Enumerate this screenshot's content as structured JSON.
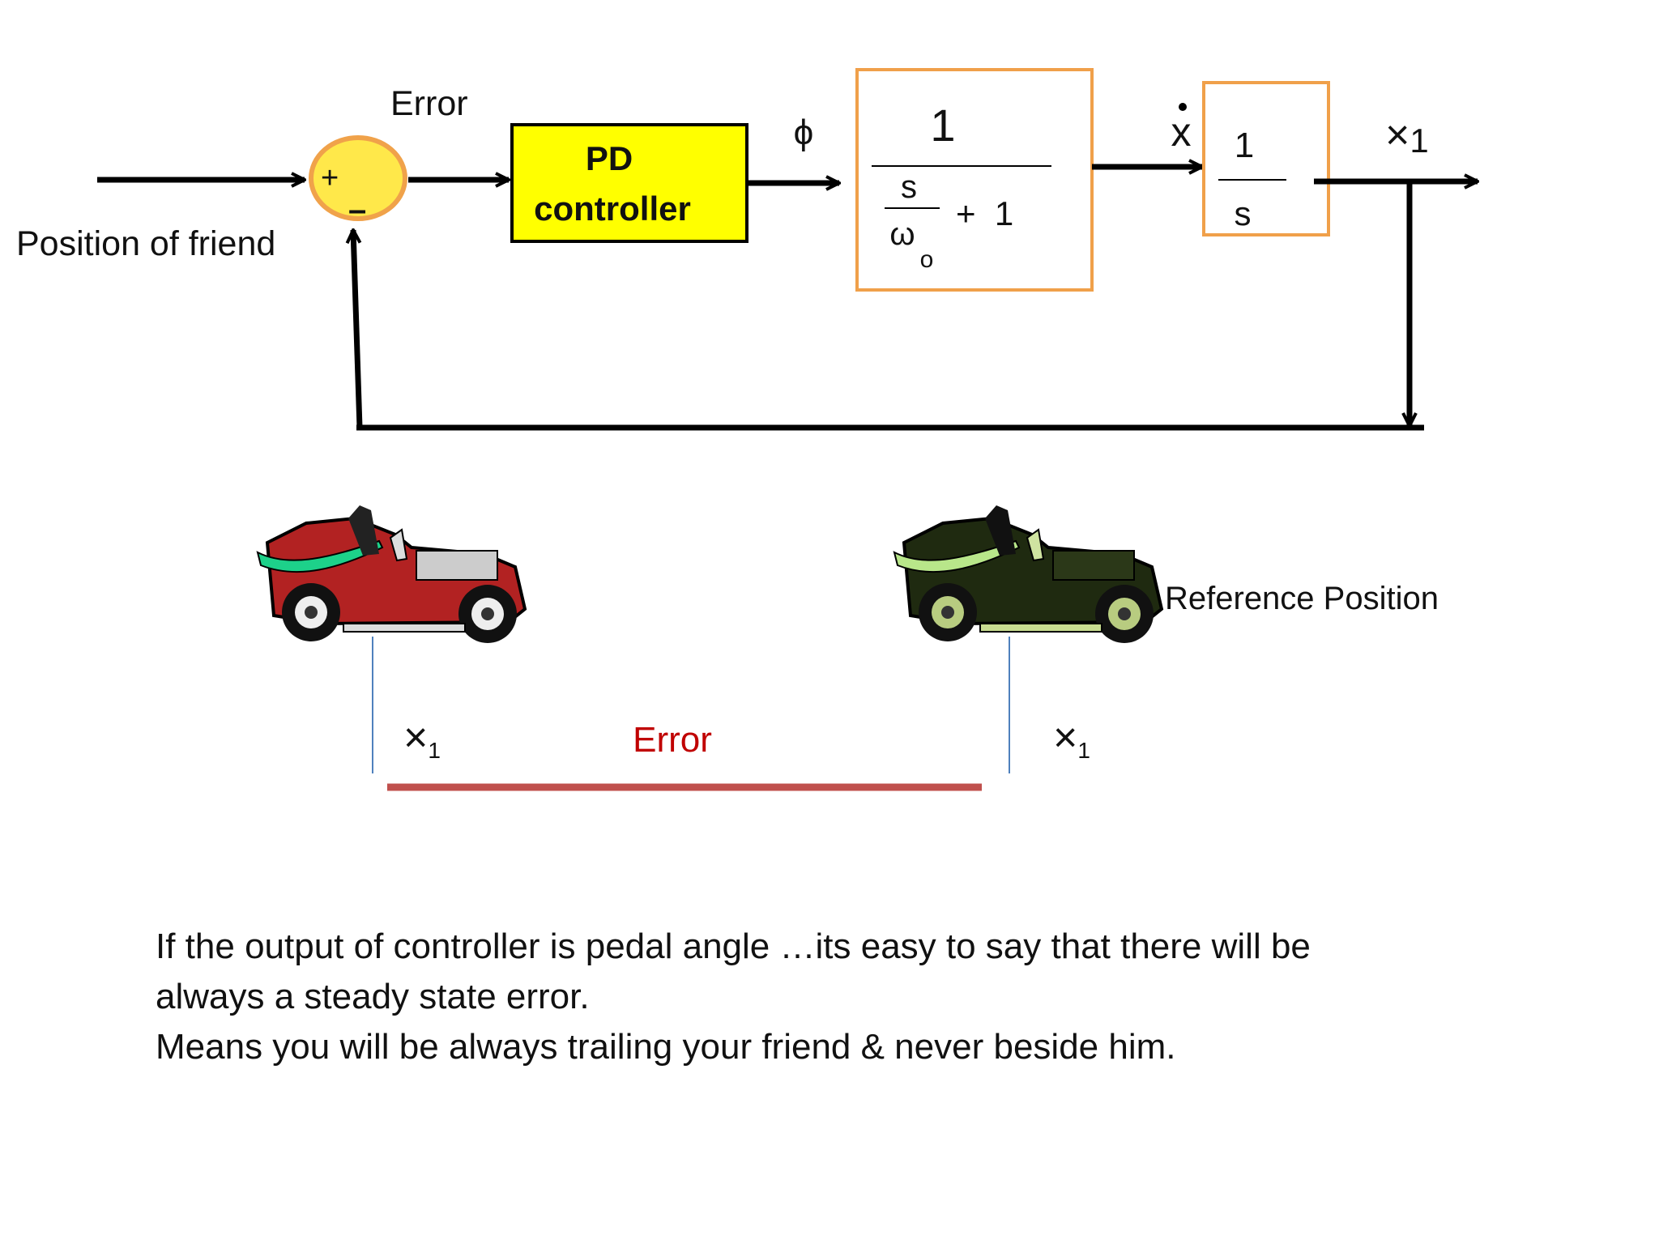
{
  "diagram": {
    "input_label": "Position of friend",
    "error_label": "Error",
    "sum_plus": "+",
    "sum_minus": "–",
    "controller": {
      "line1": "PD",
      "line2": "controller"
    },
    "phi_label": "ϕ",
    "tf1": {
      "numerator": "1",
      "den_s": "s",
      "den_omega": "ω",
      "den_sub": "o",
      "den_plus": "+  1"
    },
    "xdot_label": "x",
    "tf2": {
      "numerator": "1",
      "denominator": "s"
    },
    "x1_out": {
      "x": "×",
      "sub": "1"
    }
  },
  "illustration": {
    "reference_label": "Reference Position",
    "left_x": {
      "x": "×",
      "sub": "1"
    },
    "right_x": {
      "x": "×",
      "sub": "1"
    },
    "error_text": "Error",
    "error_color": "#c00000",
    "car_left_color": "#b22222",
    "car_right_color": "#1f2a10"
  },
  "caption": {
    "line1": "If the output of controller is pedal angle …its easy to say that there will be",
    "line2": "always a steady state error.",
    "line3": "Means you will be always trailing your friend & never beside him."
  },
  "colors": {
    "sum_fill": "#ffe84a",
    "sum_stroke": "#f0a24a",
    "controller_fill": "#ffff00",
    "tf_stroke": "#f0a04a",
    "error_bar": "#c0504d"
  }
}
